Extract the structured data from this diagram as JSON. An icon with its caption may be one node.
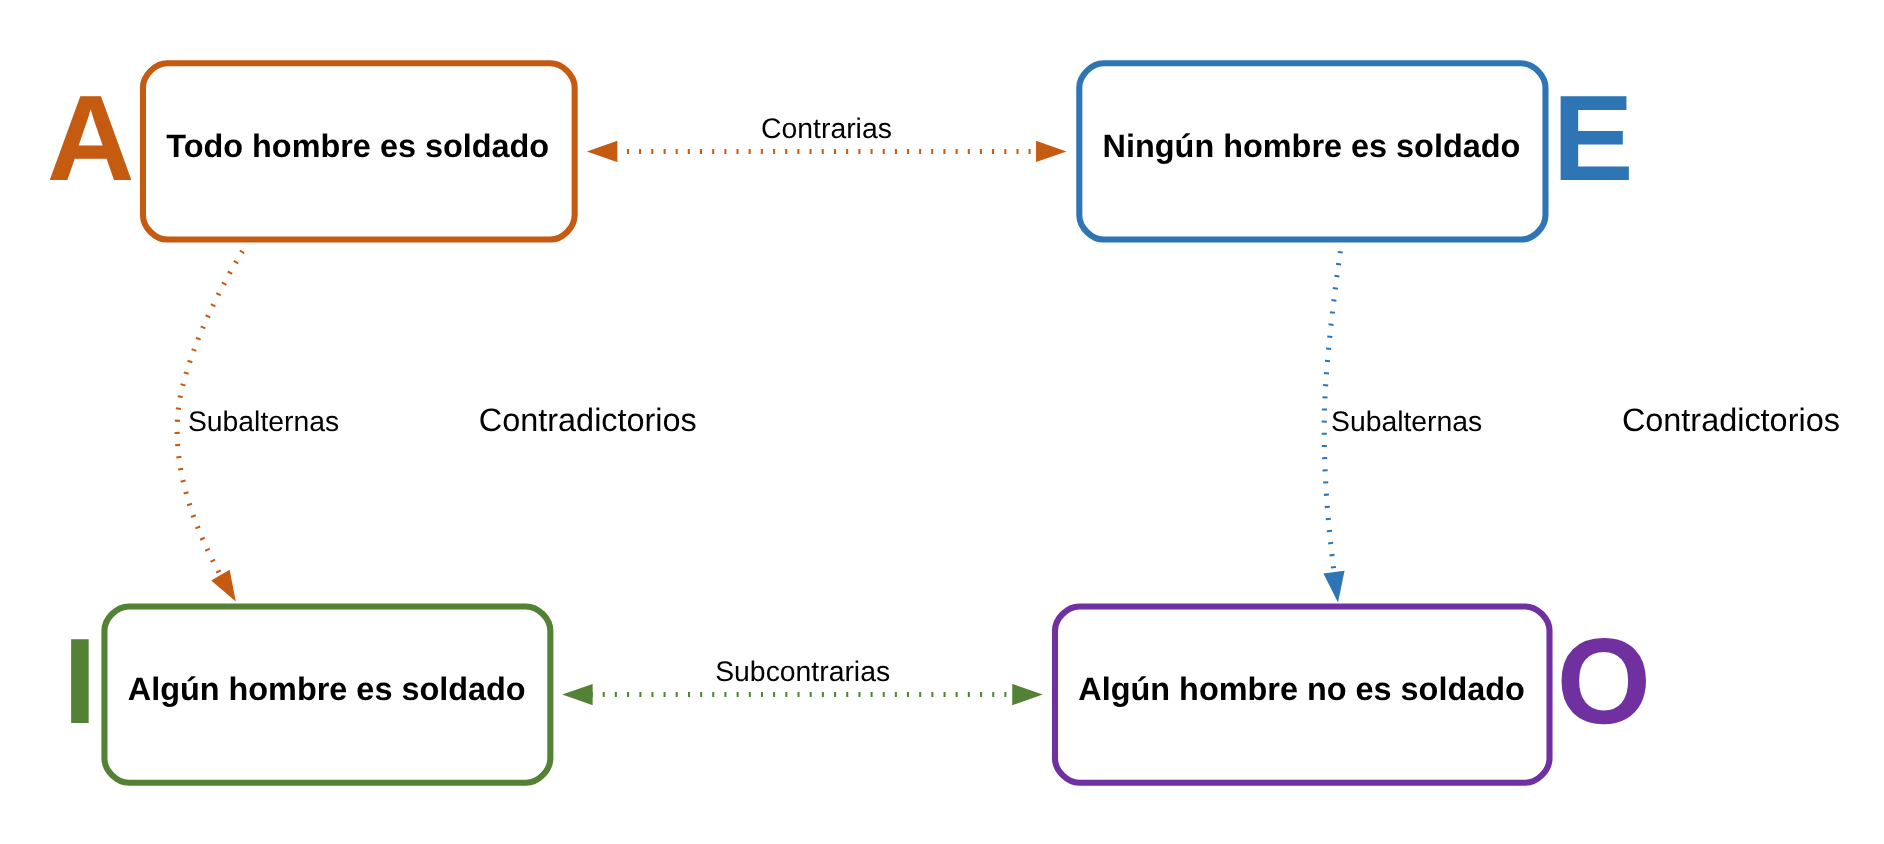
{
  "diagram": {
    "nodes": [
      {
        "text": [
          "Todo hombre es soldado"
        ],
        "beside": [
          "A"
        ]
      },
      {
        "text": [
          "Ningún hombre es soldado"
        ],
        "beside": [
          "E"
        ]
      },
      {
        "text": [
          "Algún hombre es soldado"
        ],
        "beside": [
          "I"
        ]
      },
      {
        "text": [
          "Algún hombre no es soldado"
        ],
        "beside": [
          "O"
        ]
      }
    ],
    "edges": [
      {
        "from": 0,
        "to": 1,
        "arrow": "both",
        "label": "Contrarias",
        "style": "dashed",
        "color": "#c55a11"
      },
      {
        "from": 0,
        "to": 2,
        "arrow": "to",
        "label": "Subalternas",
        "style": "dashed",
        "color": "#c55a11"
      },
      {
        "from": 1,
        "to": 3,
        "arrow": "to",
        "label": "Subalternas",
        "style": "dashed",
        "color": "#2e75b6"
      },
      {
        "from": 2,
        "to": 3,
        "arrow": "both",
        "label": "Subcontrarias",
        "style": "dashed",
        "color": "#538135"
      }
    ],
    "labels": [
      "Contradictorios",
      "Contradictorios"
    ]
  }
}
